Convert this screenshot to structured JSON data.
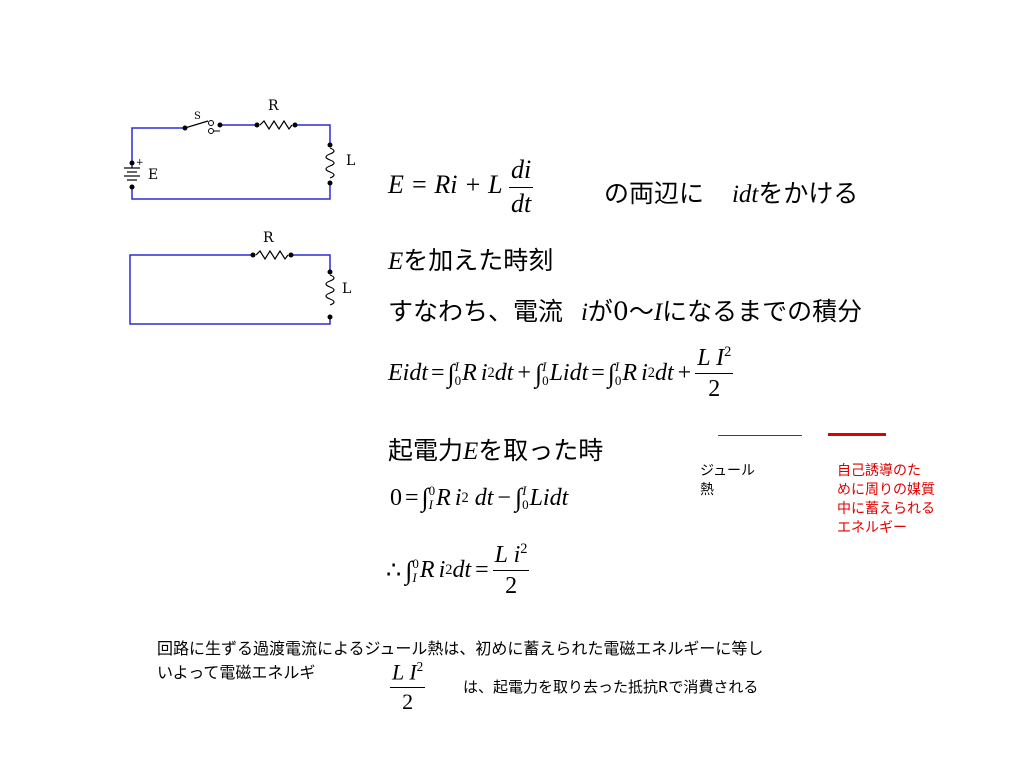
{
  "circuit1": {
    "label_s": "S",
    "label_r": "R",
    "label_l": "L",
    "label_e": "E",
    "label_plus": "+"
  },
  "circuit2": {
    "label_r": "R",
    "label_l": "L"
  },
  "eq1": {
    "lhs": "E = Ri + L",
    "num": "di",
    "den": "dt",
    "text_a": "の両辺に",
    "idt": "idt",
    "text_b": "をかける"
  },
  "line2": {
    "e": "E",
    "text": "を加えた時刻"
  },
  "line3": {
    "text_a": "すなわち、電流",
    "i": "i",
    "text_b": "が0～",
    "I": "I",
    "text_c": "になるまでの積分"
  },
  "eq2": {
    "lhs": "Eidt",
    "eq": "=",
    "int": "∫",
    "lim_upper": "I",
    "lim_lower": "0",
    "term1_r": "R",
    "term1_i": "i",
    "sup2": "2",
    "dt": "dt",
    "plus": "+",
    "term2": "Lidt",
    "term3_r": "R",
    "term3_i": "i",
    "frac_num": "L I",
    "frac_den": "2"
  },
  "line4": {
    "text_a": "起電力",
    "e": "E",
    "text_b": "を取った時"
  },
  "eq3": {
    "lhs": "0",
    "eq": "=",
    "int": "∫",
    "lim1_upper": "0",
    "lim1_lower": "I",
    "r": "R",
    "i": "i",
    "sup2": "2",
    "dt": "dt",
    "minus": "−",
    "lim2_upper": "I",
    "lim2_lower": "0",
    "term2": "Lidt"
  },
  "eq4": {
    "therefore": "∴",
    "int": "∫",
    "lim_upper": "0",
    "lim_lower": "I",
    "r": "R",
    "i": "i",
    "sup2": "2",
    "dt": "dt",
    "eq": "=",
    "frac_num": "L i",
    "frac_den": "2"
  },
  "labels": {
    "joule_line1": "ジュール",
    "joule_line2": "熱",
    "self_line1": "自己誘導のた",
    "self_line2": "めに周りの媒質",
    "self_line3": "中に蓄えられる",
    "self_line4": "エネルギー"
  },
  "summary": {
    "line1": "回路に生ずる過渡電流によるジュール熱は、初めに蓄えられた電磁エネルギーに等し",
    "line2": "いよって電磁エネルギ",
    "frac_num": "L I",
    "frac_den": "2",
    "tail": "は、起電力を取り去った抵抗Rで消費される"
  },
  "colors": {
    "wire": "#2b2bd6",
    "red": "#e00000",
    "black": "#000000"
  }
}
